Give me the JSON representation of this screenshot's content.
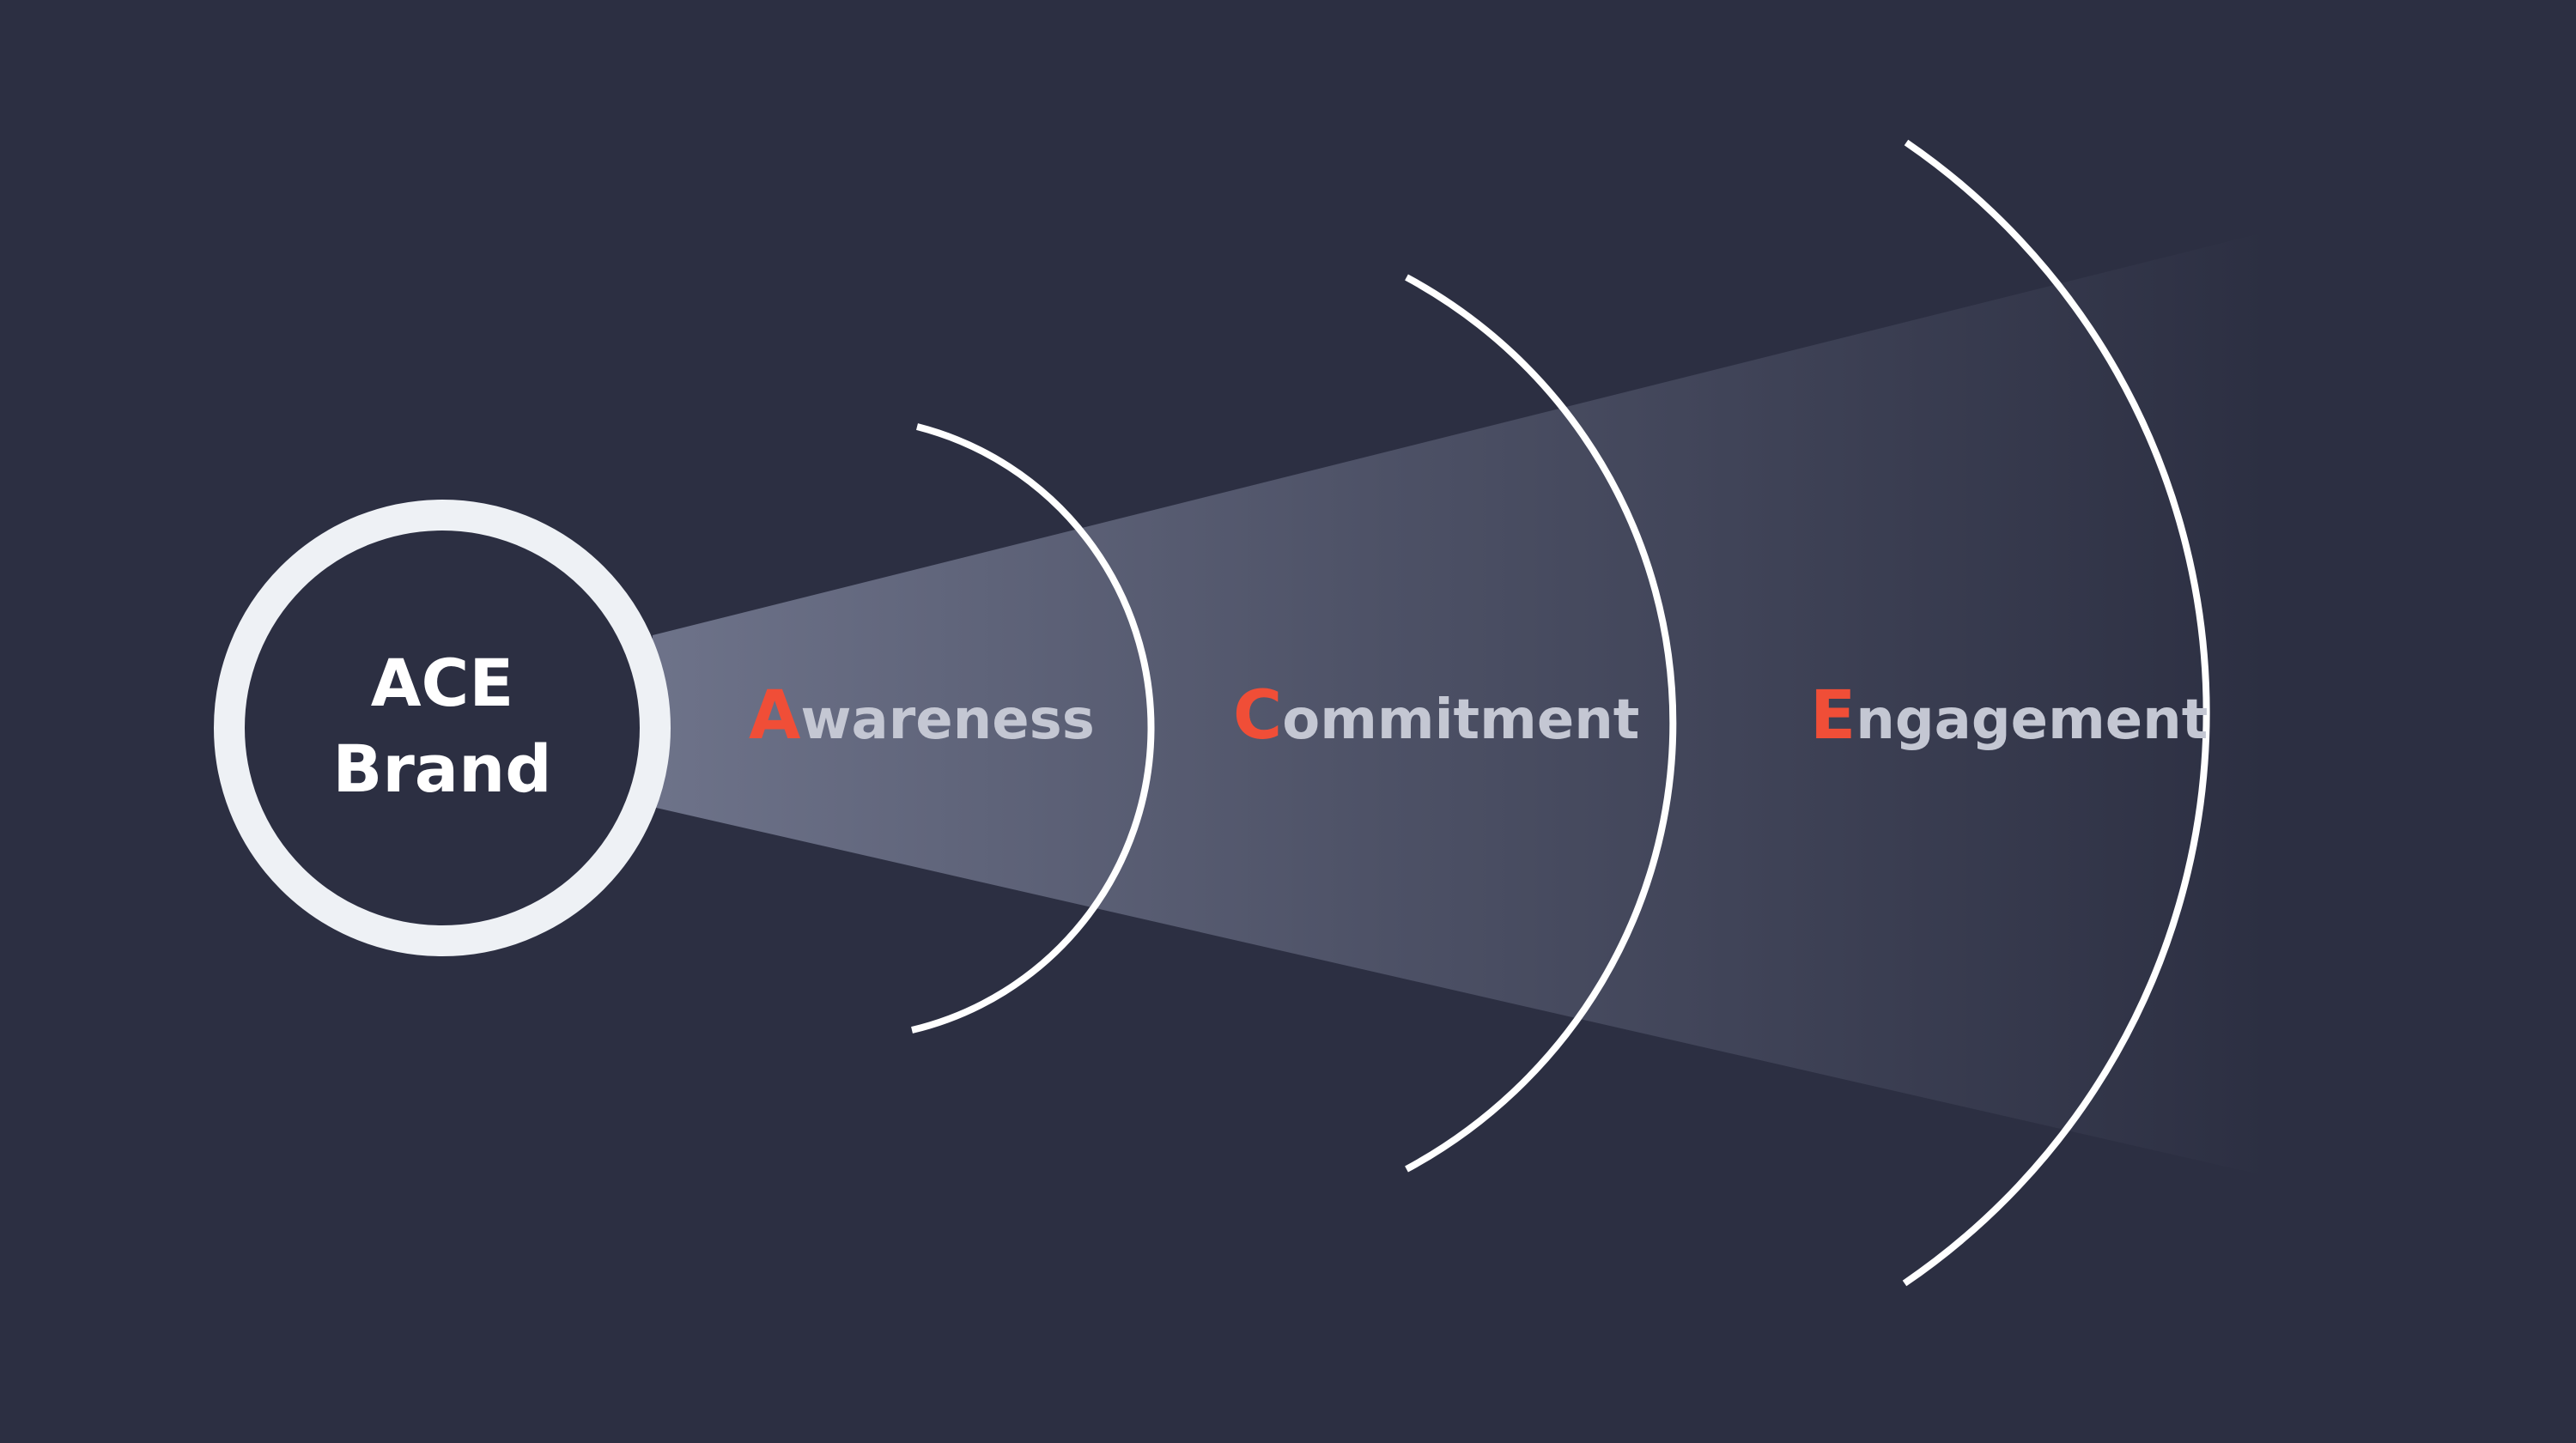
{
  "center": {
    "line1": "ACE",
    "line2": "Brand"
  },
  "stages": [
    {
      "initial": "A",
      "rest": "wareness"
    },
    {
      "initial": "C",
      "rest": "ommitment"
    },
    {
      "initial": "E",
      "rest": "ngagement"
    }
  ],
  "colors": {
    "background": "#2c2f42",
    "ring": "#eef1f5",
    "arc": "#ffffff",
    "accent": "#f04e37",
    "label": "#c4c7d3",
    "beam": "#a3aac4"
  }
}
